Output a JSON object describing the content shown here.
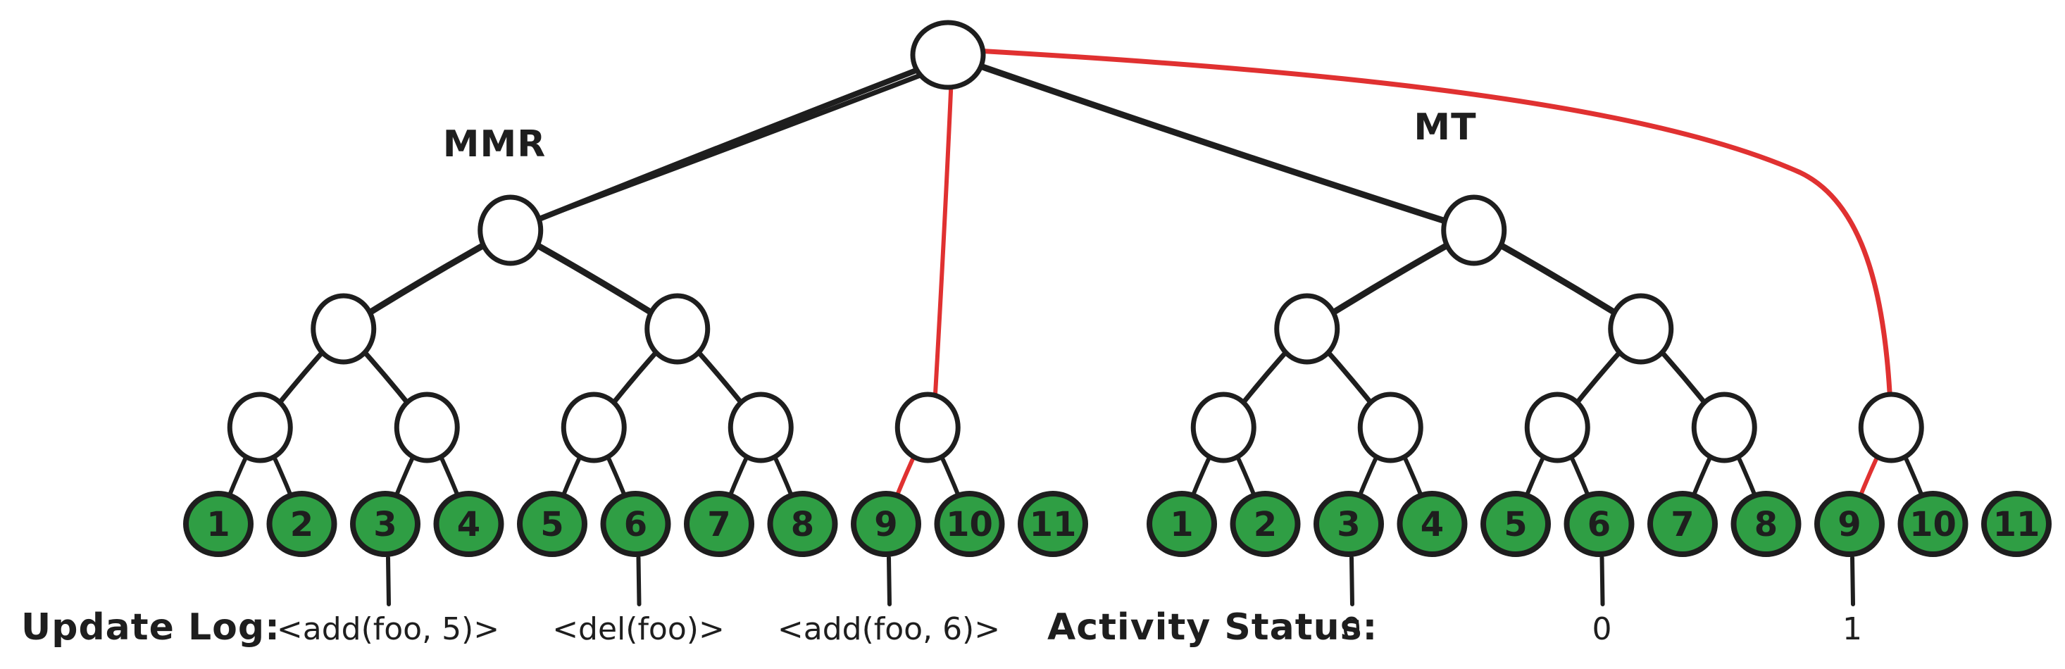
{
  "diagram": {
    "background": "#ffffff",
    "colors": {
      "ink": "#1e1e1e",
      "red": "#e03131",
      "leaf_fill": "#2f9e44",
      "node_fill": "#ffffff"
    },
    "trees": [
      {
        "id": "mmr",
        "label": "MMR",
        "leaves": [
          "1",
          "2",
          "3",
          "4",
          "5",
          "6",
          "7",
          "8",
          "9",
          "10",
          "11"
        ]
      },
      {
        "id": "mt",
        "label": "MT",
        "leaves": [
          "1",
          "2",
          "3",
          "4",
          "5",
          "6",
          "7",
          "8",
          "9",
          "10",
          "11"
        ]
      }
    ],
    "structure": {
      "internal_edges": [
        {
          "from": "A",
          "to": "B1",
          "color": "ink",
          "w": 9
        },
        {
          "from": "A",
          "to": "B2",
          "color": "ink",
          "w": 9
        },
        {
          "from": "B1",
          "to": "C1",
          "color": "ink",
          "w": 7
        },
        {
          "from": "B1",
          "to": "C2",
          "color": "ink",
          "w": 7
        },
        {
          "from": "B2",
          "to": "C3",
          "color": "ink",
          "w": 7
        },
        {
          "from": "B2",
          "to": "C4",
          "color": "ink",
          "w": 7
        },
        {
          "from": "C1",
          "to": "L1",
          "color": "ink",
          "w": 6
        },
        {
          "from": "C1",
          "to": "L2",
          "color": "ink",
          "w": 6
        },
        {
          "from": "C2",
          "to": "L3",
          "color": "ink",
          "w": 6
        },
        {
          "from": "C2",
          "to": "L4",
          "color": "ink",
          "w": 6
        },
        {
          "from": "C3",
          "to": "L5",
          "color": "ink",
          "w": 6
        },
        {
          "from": "C3",
          "to": "L6",
          "color": "ink",
          "w": 6
        },
        {
          "from": "C4",
          "to": "L7",
          "color": "ink",
          "w": 6
        },
        {
          "from": "C4",
          "to": "L8",
          "color": "ink",
          "w": 6
        },
        {
          "from": "P",
          "to": "L9",
          "color": "red",
          "w": 6
        },
        {
          "from": "P",
          "to": "L10",
          "color": "ink",
          "w": 6
        }
      ],
      "root_edges": [
        {
          "tree": "mmr",
          "to": "A",
          "color": "ink",
          "style": "double"
        },
        {
          "tree": "mmr",
          "to": "P",
          "color": "red",
          "style": "straight"
        },
        {
          "tree": "mt",
          "to": "A",
          "color": "ink",
          "style": "single"
        },
        {
          "tree": "mt",
          "to": "P",
          "color": "red",
          "style": "curve"
        }
      ]
    },
    "update_log": {
      "label": "Update Log:",
      "entries": [
        {
          "text": "<add(foo, 5)>",
          "tree": "mmr",
          "leaf": 3
        },
        {
          "text": "<del(foo)>",
          "tree": "mmr",
          "leaf": 6
        },
        {
          "text": "<add(foo, 6)>",
          "tree": "mmr",
          "leaf": 9
        }
      ]
    },
    "activity_status": {
      "label": "Activity Status:",
      "entries": [
        {
          "value": "0",
          "tree": "mt",
          "leaf": 3
        },
        {
          "value": "0",
          "tree": "mt",
          "leaf": 6
        },
        {
          "value": "1",
          "tree": "mt",
          "leaf": 9
        }
      ]
    }
  }
}
